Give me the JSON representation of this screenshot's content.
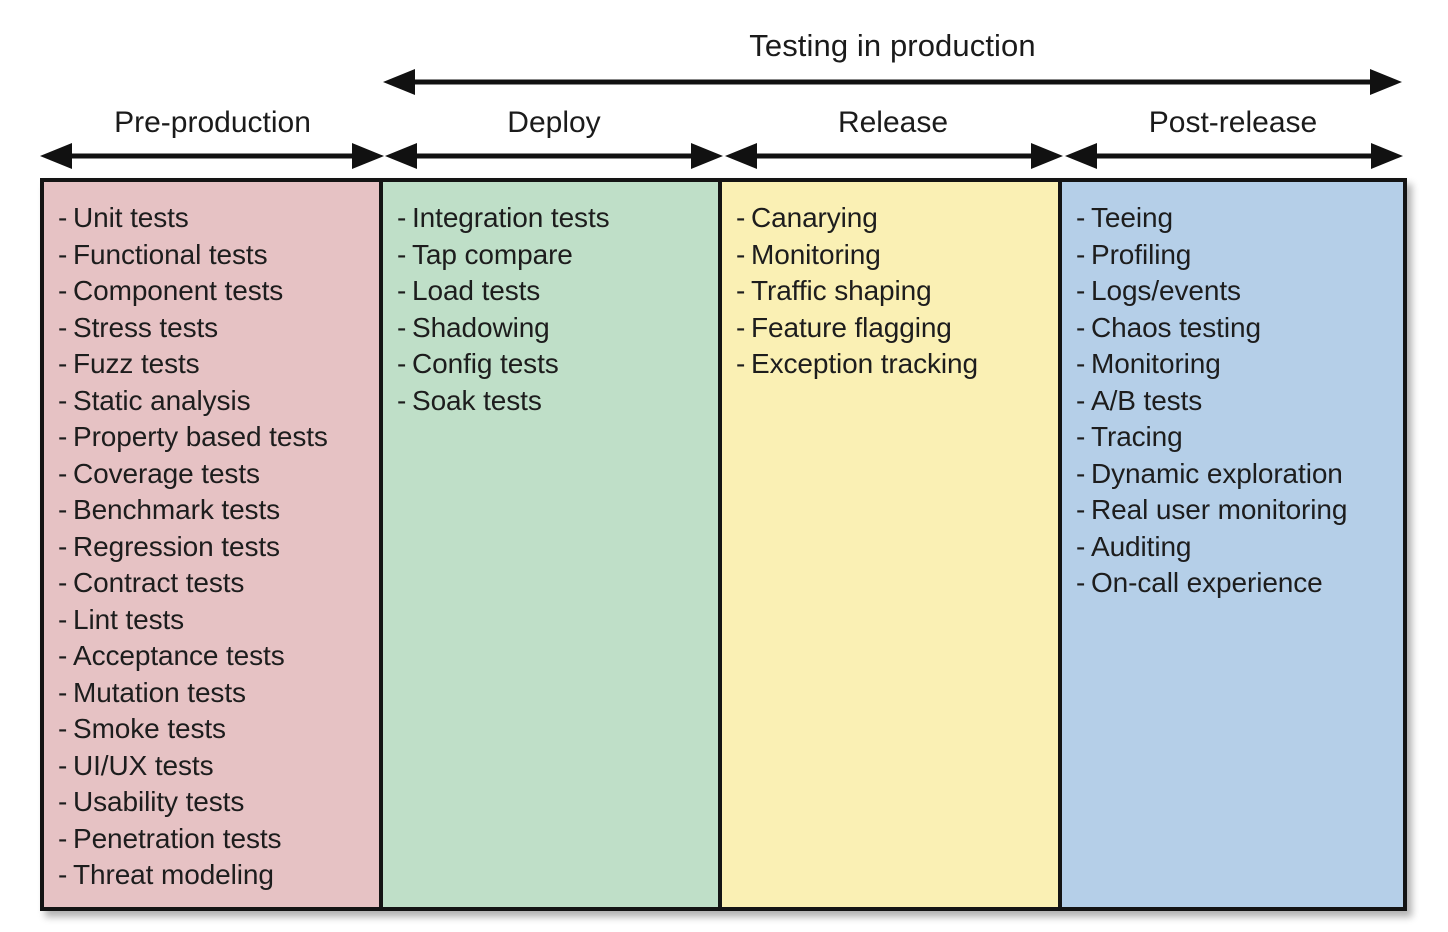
{
  "diagram": {
    "overall": {
      "label": "Testing in production",
      "arrow": "double-headed-arrow"
    },
    "phases": [
      {
        "key": "pre-production",
        "label": "Pre-production",
        "color": "#e6c2c4",
        "items": [
          "Unit tests",
          "Functional tests",
          "Component tests",
          "Stress tests",
          "Fuzz tests",
          "Static analysis",
          "Property based tests",
          "Coverage tests",
          "Benchmark tests",
          "Regression tests",
          "Contract tests",
          "Lint tests",
          "Acceptance tests",
          "Mutation tests",
          "Smoke tests",
          "UI/UX tests",
          "Usability tests",
          "Penetration tests",
          "Threat modeling"
        ]
      },
      {
        "key": "deploy",
        "label": "Deploy",
        "color": "#bfdfc8",
        "items": [
          "Integration tests",
          "Tap compare",
          "Load tests",
          "Shadowing",
          "Config tests",
          "Soak tests"
        ]
      },
      {
        "key": "release",
        "label": "Release",
        "color": "#faf0b4",
        "items": [
          "Canarying",
          "Monitoring",
          "Traffic shaping",
          "Feature flagging",
          "Exception tracking"
        ]
      },
      {
        "key": "post-release",
        "label": "Post-release",
        "color": "#b5cfe8",
        "items": [
          "Teeing",
          "Profiling",
          "Logs/events",
          "Chaos testing",
          "Monitoring",
          "A/B tests",
          "Tracing",
          "Dynamic exploration",
          "Real user monitoring",
          "Auditing",
          "On-call experience"
        ]
      }
    ],
    "bullet": "-",
    "colors": {
      "outline": "#141414",
      "text": "#1d1d1d",
      "background": "#ffffff"
    }
  }
}
